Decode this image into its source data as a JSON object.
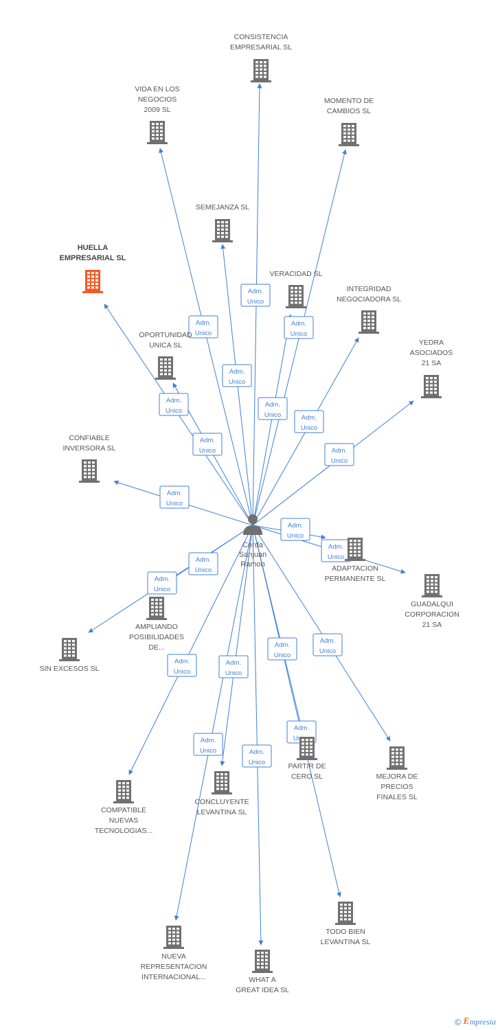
{
  "center": {
    "label_lines": [
      "Cerda",
      "Sanjuan",
      "Ramon"
    ],
    "icon": "person-icon"
  },
  "colors": {
    "edge": "#3f7fd8",
    "building": "#707070",
    "highlight": "#f05a28"
  },
  "edge_label_lines": [
    "Adm.",
    "Unico"
  ],
  "companies": [
    {
      "id": "consistencia",
      "lines": [
        "CONSISTENCIA",
        "EMPRESARIAL SL"
      ],
      "highlight": false
    },
    {
      "id": "vida",
      "lines": [
        "VIDA EN LOS",
        "NEGOCIOS",
        "2009 SL"
      ],
      "highlight": false
    },
    {
      "id": "momento",
      "lines": [
        "MOMENTO DE",
        "CAMBIOS SL"
      ],
      "highlight": false
    },
    {
      "id": "semejanza",
      "lines": [
        "SEMEJANZA SL"
      ],
      "highlight": false
    },
    {
      "id": "huella",
      "lines": [
        "HUELLA",
        "EMPRESARIAL SL"
      ],
      "highlight": true
    },
    {
      "id": "veracidad",
      "lines": [
        "VERACIDAD SL"
      ],
      "highlight": false
    },
    {
      "id": "integridad",
      "lines": [
        "INTEGRIDAD",
        "NEGOCIADORA SL"
      ],
      "highlight": false
    },
    {
      "id": "oportunidad",
      "lines": [
        "OPORTUNIDAD",
        "UNICA SL"
      ],
      "highlight": false
    },
    {
      "id": "yedra",
      "lines": [
        "YEDRA",
        "ASOCIADOS",
        "21 SA"
      ],
      "highlight": false
    },
    {
      "id": "confiable",
      "lines": [
        "CONFIABLE",
        "INVERSORA SL"
      ],
      "highlight": false
    },
    {
      "id": "adaptacion",
      "lines": [
        "ADAPTACION",
        "PERMANENTE SL"
      ],
      "highlight": false
    },
    {
      "id": "guadalqui",
      "lines": [
        "GUADALQUI",
        "CORPORACION",
        "21 SA"
      ],
      "highlight": false
    },
    {
      "id": "ampliando",
      "lines": [
        "AMPLIANDO",
        "POSIBILIDADES",
        "DE..."
      ],
      "highlight": false
    },
    {
      "id": "sinexcesos",
      "lines": [
        "SIN EXCESOS SL"
      ],
      "highlight": false
    },
    {
      "id": "compatible",
      "lines": [
        "COMPATIBLE",
        "NUEVAS",
        "TECNOLOGIAS..."
      ],
      "highlight": false
    },
    {
      "id": "concluyente",
      "lines": [
        "CONCLUYENTE",
        "LEVANTINA SL"
      ],
      "highlight": false
    },
    {
      "id": "partir",
      "lines": [
        "PARTIR DE",
        "CERO SL"
      ],
      "highlight": false
    },
    {
      "id": "mejora",
      "lines": [
        "MEJORA DE",
        "PRECIOS",
        "FINALES SL"
      ],
      "highlight": false
    },
    {
      "id": "nueva",
      "lines": [
        "NUEVA",
        "REPRESENTACION",
        "INTERNACIONAL..."
      ],
      "highlight": false
    },
    {
      "id": "whatagreat",
      "lines": [
        "WHAT A",
        "GREAT IDEA SL"
      ],
      "highlight": false
    },
    {
      "id": "todobien",
      "lines": [
        "TODO BIEN",
        "LEVANTINA SL"
      ],
      "highlight": false
    }
  ],
  "footer": {
    "copyright": "©",
    "brand_initial": "E",
    "brand_rest": "mpresia"
  }
}
